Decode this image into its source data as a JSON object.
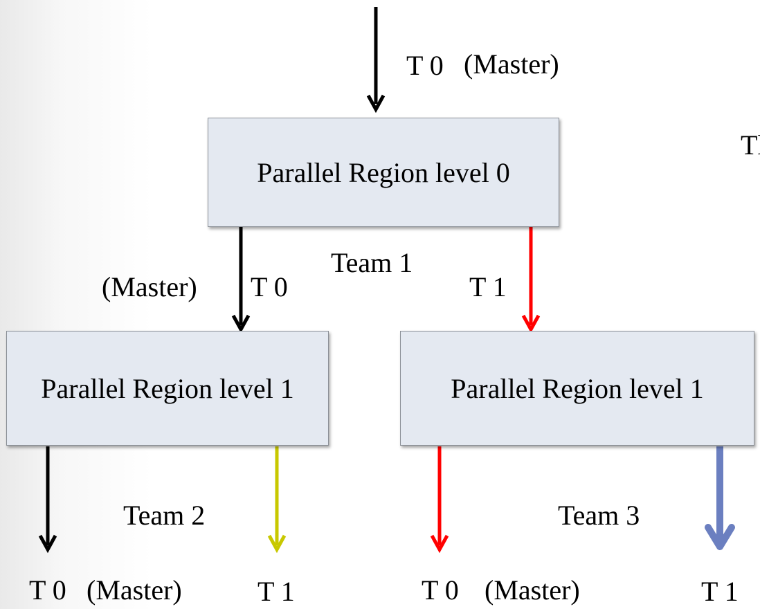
{
  "boxes": {
    "level0": "Parallel Region level 0",
    "level1_left": "Parallel Region level 1",
    "level1_right": "Parallel Region level 1"
  },
  "labels": {
    "top_thread": "T 0",
    "top_master": "(Master)",
    "team1": "Team 1",
    "l1_master": "(Master)",
    "l1_t0": "T 0",
    "l1_t1": "T 1",
    "team2": "Team 2",
    "team3": "Team 3",
    "bl_t0": "T 0",
    "bl_master": "(Master)",
    "bl_t1": "T 1",
    "br_t0": "T 0",
    "br_master": "(Master)",
    "br_t1": "T 1",
    "edge_partial": "Tl"
  },
  "colors": {
    "master_thread": "#000000",
    "team1_t1": "#ff0000",
    "team2_t1": "#c8c800",
    "team3_t1": "#6b7fc0",
    "box_fill": "#e4e9f1"
  }
}
